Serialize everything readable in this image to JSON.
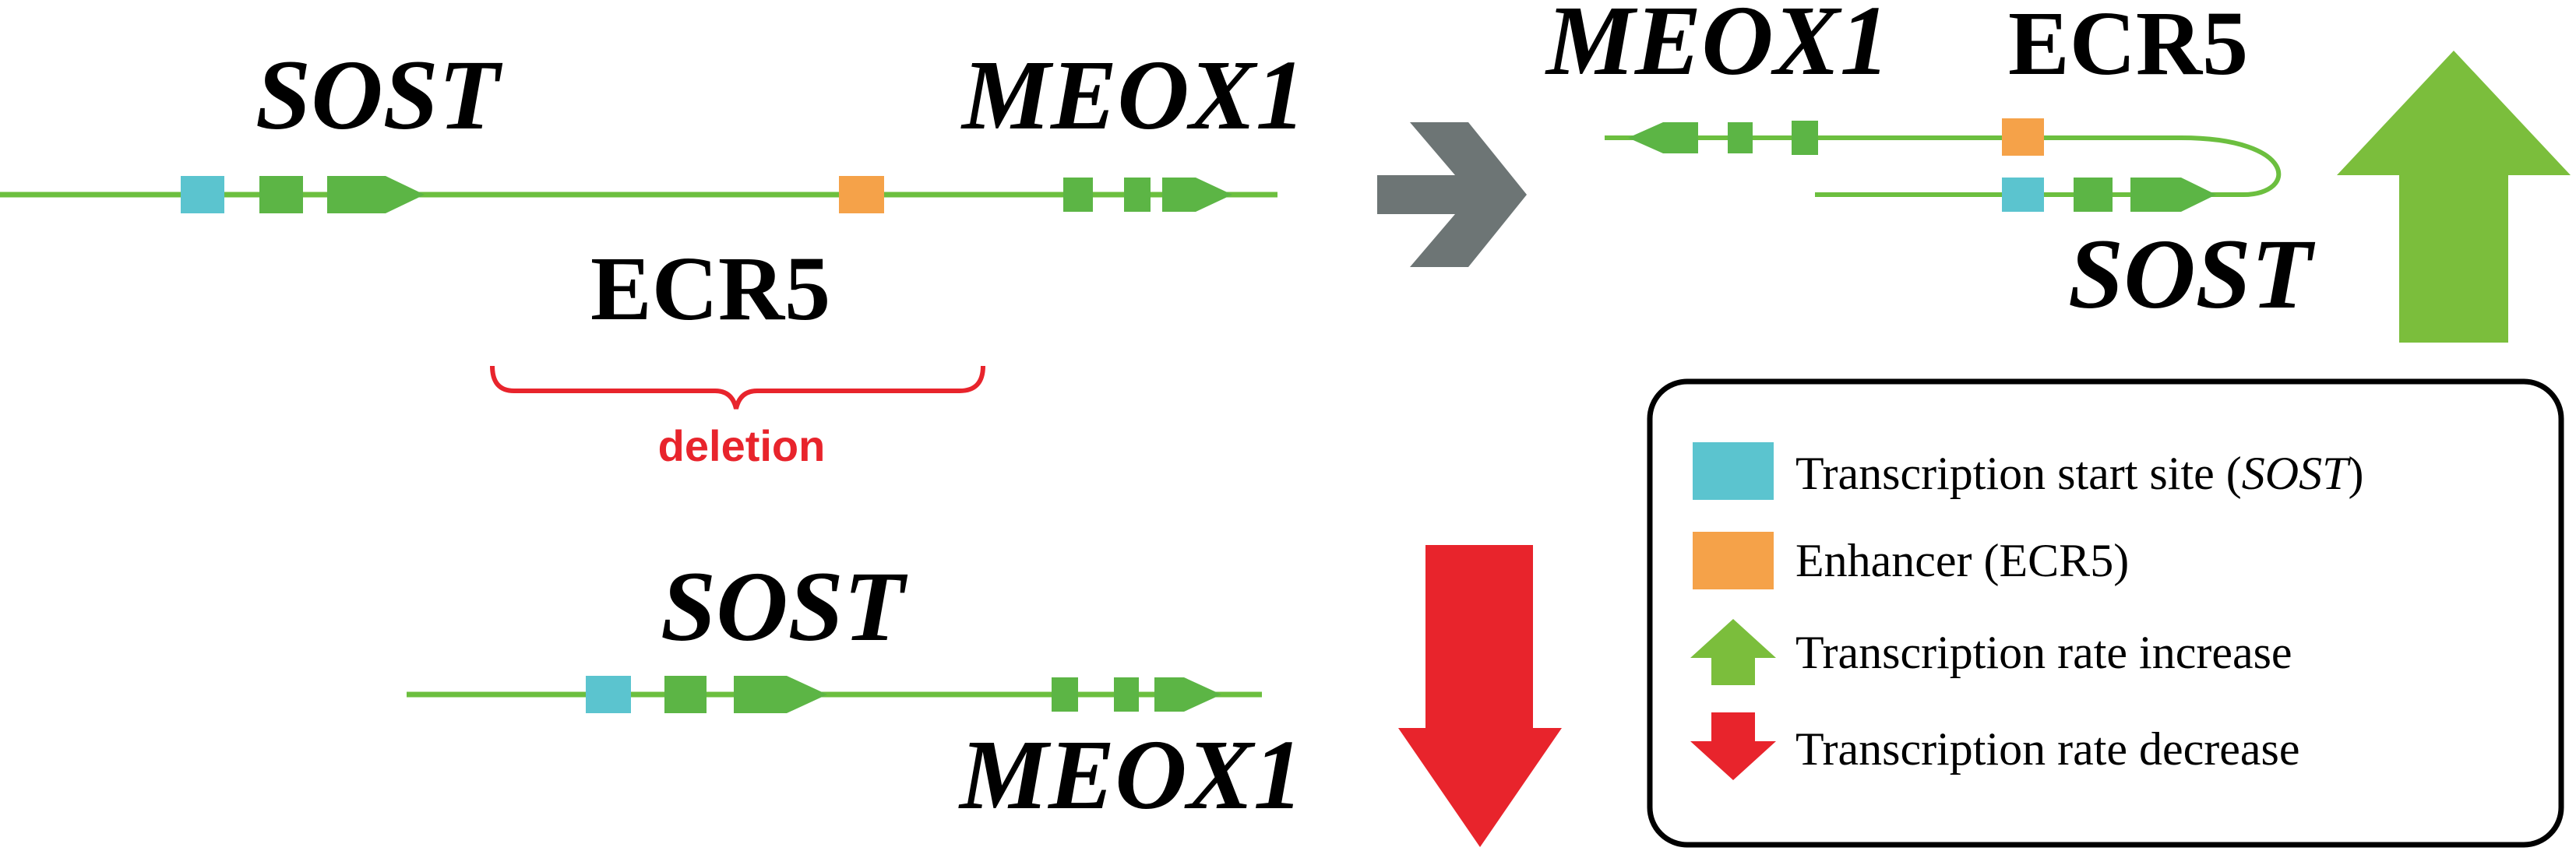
{
  "colors": {
    "strand": "#6cbf3f",
    "exon": "#5cb545",
    "tss": "#5bc4cf",
    "enhancer": "#f5a249",
    "arrow_gray": "#6d7575",
    "arrow_up": "#7bbe3c",
    "arrow_down": "#e8242c",
    "deletion": "#e8242c"
  },
  "wildtype": {
    "gene_left": "SOST",
    "gene_right": "MEOX1",
    "enhancer_label": "ECR5",
    "deletion_label": "deletion"
  },
  "looped": {
    "gene_top": "MEOX1",
    "enhancer_label": "ECR5",
    "gene_bottom": "SOST"
  },
  "deleted": {
    "gene_top": "SOST",
    "gene_bottom": "MEOX1"
  },
  "legend": {
    "tss_text": "Transcription start site (",
    "tss_gene": "SOST",
    "tss_close": ")",
    "enhancer": "Enhancer (ECR5)",
    "increase": "Transcription rate increase",
    "decrease": "Transcription rate decrease"
  },
  "icons": [
    "right-arrow-icon",
    "up-arrow-icon",
    "down-arrow-icon"
  ]
}
